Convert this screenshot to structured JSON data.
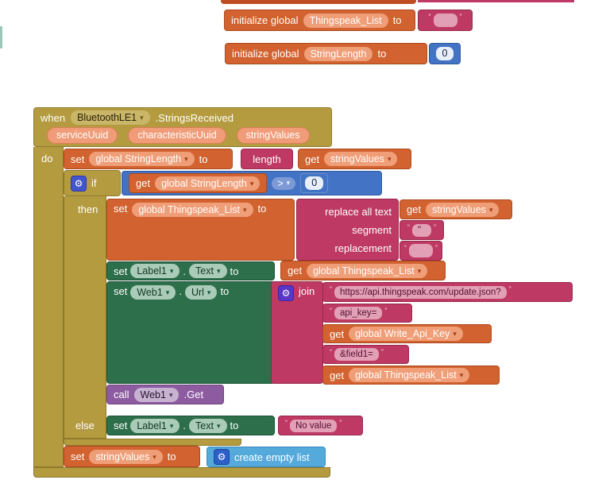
{
  "colors": {
    "event_gold": "#B49B40",
    "variables_orange": "#D2622F",
    "text_magenta": "#BE3A64",
    "component_green": "#2D6E4B",
    "math_blue": "#4273C4",
    "lists_blue": "#55AADC",
    "procedure_purple": "#8D5BA0"
  },
  "icons": {
    "gear": "⚙",
    "dropdown": "▾",
    "quote_open": "“",
    "quote_close": "”"
  },
  "init1": {
    "label": "initialize global",
    "name": "Thingspeak_List",
    "to": "to",
    "value": ""
  },
  "init2": {
    "label": "initialize global",
    "name": "StringLength",
    "to": "to",
    "value": "0"
  },
  "when": {
    "kw": "when",
    "component": "BluetoothLE1",
    "event": ".StringsReceived",
    "params": [
      "serviceUuid",
      "characteristicUuid",
      "stringValues"
    ],
    "do": "do"
  },
  "row1": {
    "set": "set",
    "var": "global StringLength",
    "to": "to",
    "length": "length",
    "get": "get",
    "getvar": "stringValues"
  },
  "ifblk": {
    "if": "if",
    "then": "then",
    "else": "else"
  },
  "cond": {
    "get": "get",
    "var": "global StringLength",
    "op": ">",
    "value": "0"
  },
  "replace_row": {
    "set": "set",
    "var": "global Thingspeak_List",
    "to": "to",
    "replace": "replace all text",
    "segment": "segment",
    "replacement": "replacement",
    "text_get": "get",
    "text_var": "stringValues",
    "segment_value": "\"",
    "replacement_value": ""
  },
  "label_row": {
    "set": "set",
    "component": "Label1",
    "dot": ".",
    "prop": "Text",
    "to": "to",
    "get": "get",
    "var": "global Thingspeak_List"
  },
  "web_row": {
    "set": "set",
    "component": "Web1",
    "dot": ".",
    "prop": "Url",
    "to": "to",
    "join": "join",
    "arg1": "https://api.thingspeak.com/update.json?",
    "arg2": "api_key=",
    "arg3_get": "get",
    "arg3_var": "global Write_Api_Key",
    "arg4": "&field1=",
    "arg5_get": "get",
    "arg5_var": "global Thingspeak_List"
  },
  "call_row": {
    "call": "call",
    "component": "Web1",
    "method": ".Get"
  },
  "else_row": {
    "set": "set",
    "component": "Label1",
    "dot": ".",
    "prop": "Text",
    "to": "to",
    "value": "No value"
  },
  "final_row": {
    "set": "set",
    "var": "stringValues",
    "to": "to",
    "create": "create empty list"
  }
}
